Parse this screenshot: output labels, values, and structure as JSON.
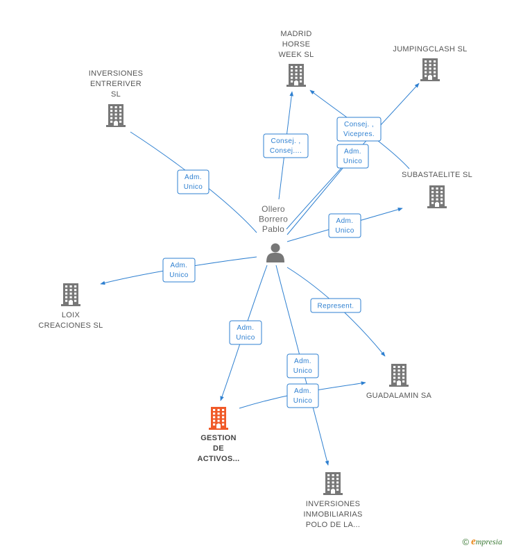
{
  "colors": {
    "edge": "#2d7fd0",
    "building": "#777777",
    "building_focus": "#f05a28",
    "person": "#777777",
    "label": "#555555"
  },
  "person": {
    "name_lines": [
      "Ollero",
      "Borrero",
      "Pablo"
    ],
    "icon": "person-icon"
  },
  "companies": [
    {
      "id": "madrid",
      "lines": [
        "MADRID",
        "HORSE",
        "WEEK SL"
      ],
      "focus": false
    },
    {
      "id": "jumping",
      "lines": [
        "JUMPINGCLASH SL"
      ],
      "focus": false
    },
    {
      "id": "entreriver",
      "lines": [
        "INVERSIONES",
        "ENTRERIVER",
        "SL"
      ],
      "focus": false
    },
    {
      "id": "subasta",
      "lines": [
        "SUBASTAELITE SL"
      ],
      "focus": false
    },
    {
      "id": "loix",
      "lines": [
        "LOIX",
        "CREACIONES SL"
      ],
      "focus": false
    },
    {
      "id": "guadalamin",
      "lines": [
        "GUADALAMIN SA"
      ],
      "focus": false
    },
    {
      "id": "gestion",
      "lines": [
        "GESTION",
        "DE",
        "ACTIVOS..."
      ],
      "focus": true
    },
    {
      "id": "polo",
      "lines": [
        "INVERSIONES",
        "INMOBILIARIAS",
        "POLO DE LA..."
      ],
      "focus": false
    }
  ],
  "roles": [
    {
      "id": "r-madrid",
      "lines": [
        "Consej. ,",
        "Consej...."
      ]
    },
    {
      "id": "r-jump",
      "lines": [
        "Consej. ,",
        "Vicepres."
      ]
    },
    {
      "id": "r-sub1",
      "lines": [
        "Adm.",
        "Unico"
      ]
    },
    {
      "id": "r-entre",
      "lines": [
        "Adm.",
        "Unico"
      ]
    },
    {
      "id": "r-sub2",
      "lines": [
        "Adm.",
        "Unico"
      ]
    },
    {
      "id": "r-loix",
      "lines": [
        "Adm.",
        "Unico"
      ]
    },
    {
      "id": "r-guad",
      "lines": [
        "Represent."
      ]
    },
    {
      "id": "r-gest",
      "lines": [
        "Adm.",
        "Unico"
      ]
    },
    {
      "id": "r-polo",
      "lines": [
        "Adm.",
        "Unico"
      ]
    },
    {
      "id": "r-gest2",
      "lines": [
        "Adm.",
        "Unico"
      ]
    }
  ],
  "footer": {
    "copyright": "©",
    "brand_e": "e",
    "brand_rest": "mpresia"
  }
}
